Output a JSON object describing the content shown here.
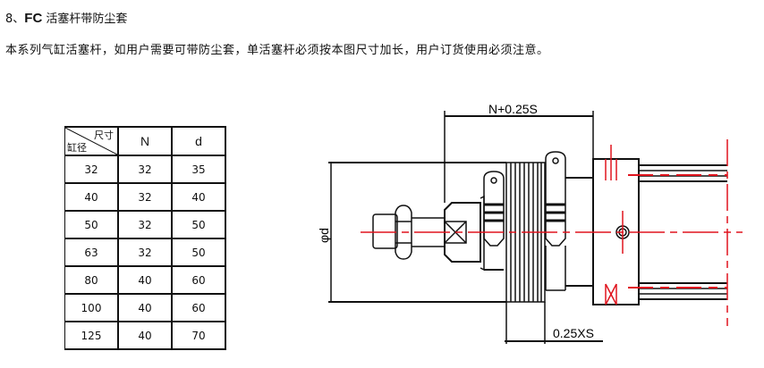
{
  "heading": {
    "number": "8、",
    "code": "FC",
    "text": "活塞杆带防尘套"
  },
  "description": "本系列气缸活塞杆，如用户需要可带防尘套，单活塞杆必须按本图尺寸加长，用户订货使用必须注意。",
  "table": {
    "corner_top": "尺寸",
    "corner_bottom": "缸径",
    "headers": [
      "N",
      "d"
    ],
    "rows": [
      [
        "32",
        "32",
        "35"
      ],
      [
        "40",
        "32",
        "40"
      ],
      [
        "50",
        "32",
        "50"
      ],
      [
        "63",
        "32",
        "50"
      ],
      [
        "80",
        "40",
        "60"
      ],
      [
        "100",
        "40",
        "60"
      ],
      [
        "125",
        "40",
        "70"
      ]
    ]
  },
  "drawing": {
    "dim_top": "N+0.25S",
    "dim_left": "φd",
    "dim_bottom": "0.25XS",
    "line_color": "#111111",
    "center_color": "#e0141e"
  }
}
